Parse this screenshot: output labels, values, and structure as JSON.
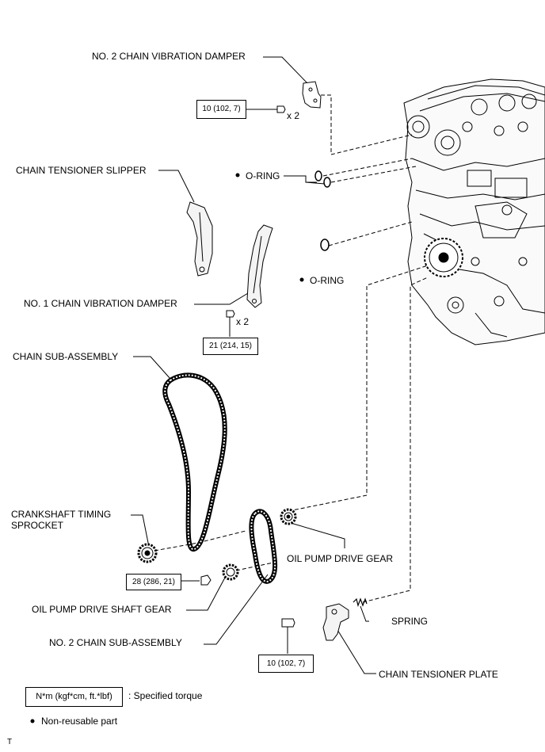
{
  "labels": {
    "no2_chain_vibration_damper": "NO. 2 CHAIN VIBRATION DAMPER",
    "chain_tensioner_slipper": "CHAIN TENSIONER SLIPPER",
    "o_ring_1": "O-RING",
    "o_ring_2": "O-RING",
    "no1_chain_vibration_damper": "NO. 1 CHAIN VIBRATION DAMPER",
    "chain_sub_assembly": "CHAIN SUB-ASSEMBLY",
    "crankshaft_timing_sprocket_line1": "CRANKSHAFT TIMING",
    "crankshaft_timing_sprocket_line2": "SPROCKET",
    "oil_pump_drive_gear": "OIL PUMP DRIVE GEAR",
    "oil_pump_drive_shaft_gear": "OIL PUMP DRIVE SHAFT GEAR",
    "no2_chain_sub_assembly": "NO. 2 CHAIN SUB-ASSEMBLY",
    "spring": "SPRING",
    "chain_tensioner_plate": "CHAIN TENSIONER PLATE"
  },
  "quantities": {
    "damper2_bolts": "x 2",
    "damper1_bolts": "x 2"
  },
  "torques": {
    "damper2_bolt": "10 (102, 7)",
    "damper1_bolt": "21 (214, 15)",
    "crank_sprocket_bolt": "28 (286, 21)",
    "tensioner_plate_bolt": "10 (102, 7)"
  },
  "legend": {
    "torque_unit": "N*m (kgf*cm, ft.*lbf)",
    "torque_desc": ": Specified torque",
    "bullet_desc": "Non-reusable part"
  },
  "footer": {
    "corner_mark": "T"
  }
}
